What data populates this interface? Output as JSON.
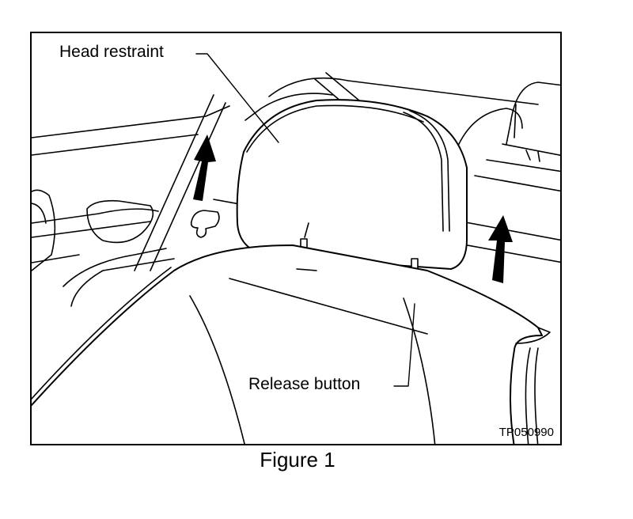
{
  "figure": {
    "caption": "Figure 1",
    "code": "TP050990",
    "labels": {
      "head_restraint": "Head restraint",
      "release_button": "Release button"
    }
  },
  "colors": {
    "ink": "#000000",
    "paper": "#ffffff"
  },
  "icons": [
    "up-arrow-icon",
    "up-arrow-icon"
  ]
}
